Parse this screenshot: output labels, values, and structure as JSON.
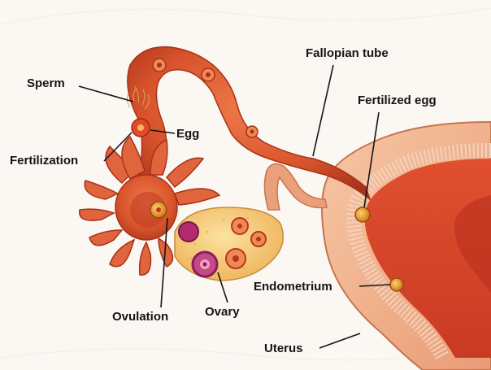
{
  "labels": {
    "sperm": "Sperm",
    "egg": "Egg",
    "fertilization": "Fertilization",
    "fallopian_tube": "Fallopian tube",
    "fertilized_egg": "Fertilized egg",
    "endometrium": "Endometrium",
    "ovulation": "Ovulation",
    "ovary": "Ovary",
    "uterus": "Uterus"
  },
  "colors": {
    "background": "#fbf7f3",
    "tube": "#d9542c",
    "tube_dark": "#b8361c",
    "uterus_outer": "#f0b08c",
    "uterus_cavity": "#d8432a",
    "ovary": "#f6c86a",
    "follicle": "#b12b6e",
    "egg": "#e8a020",
    "label_text": "#141414"
  }
}
